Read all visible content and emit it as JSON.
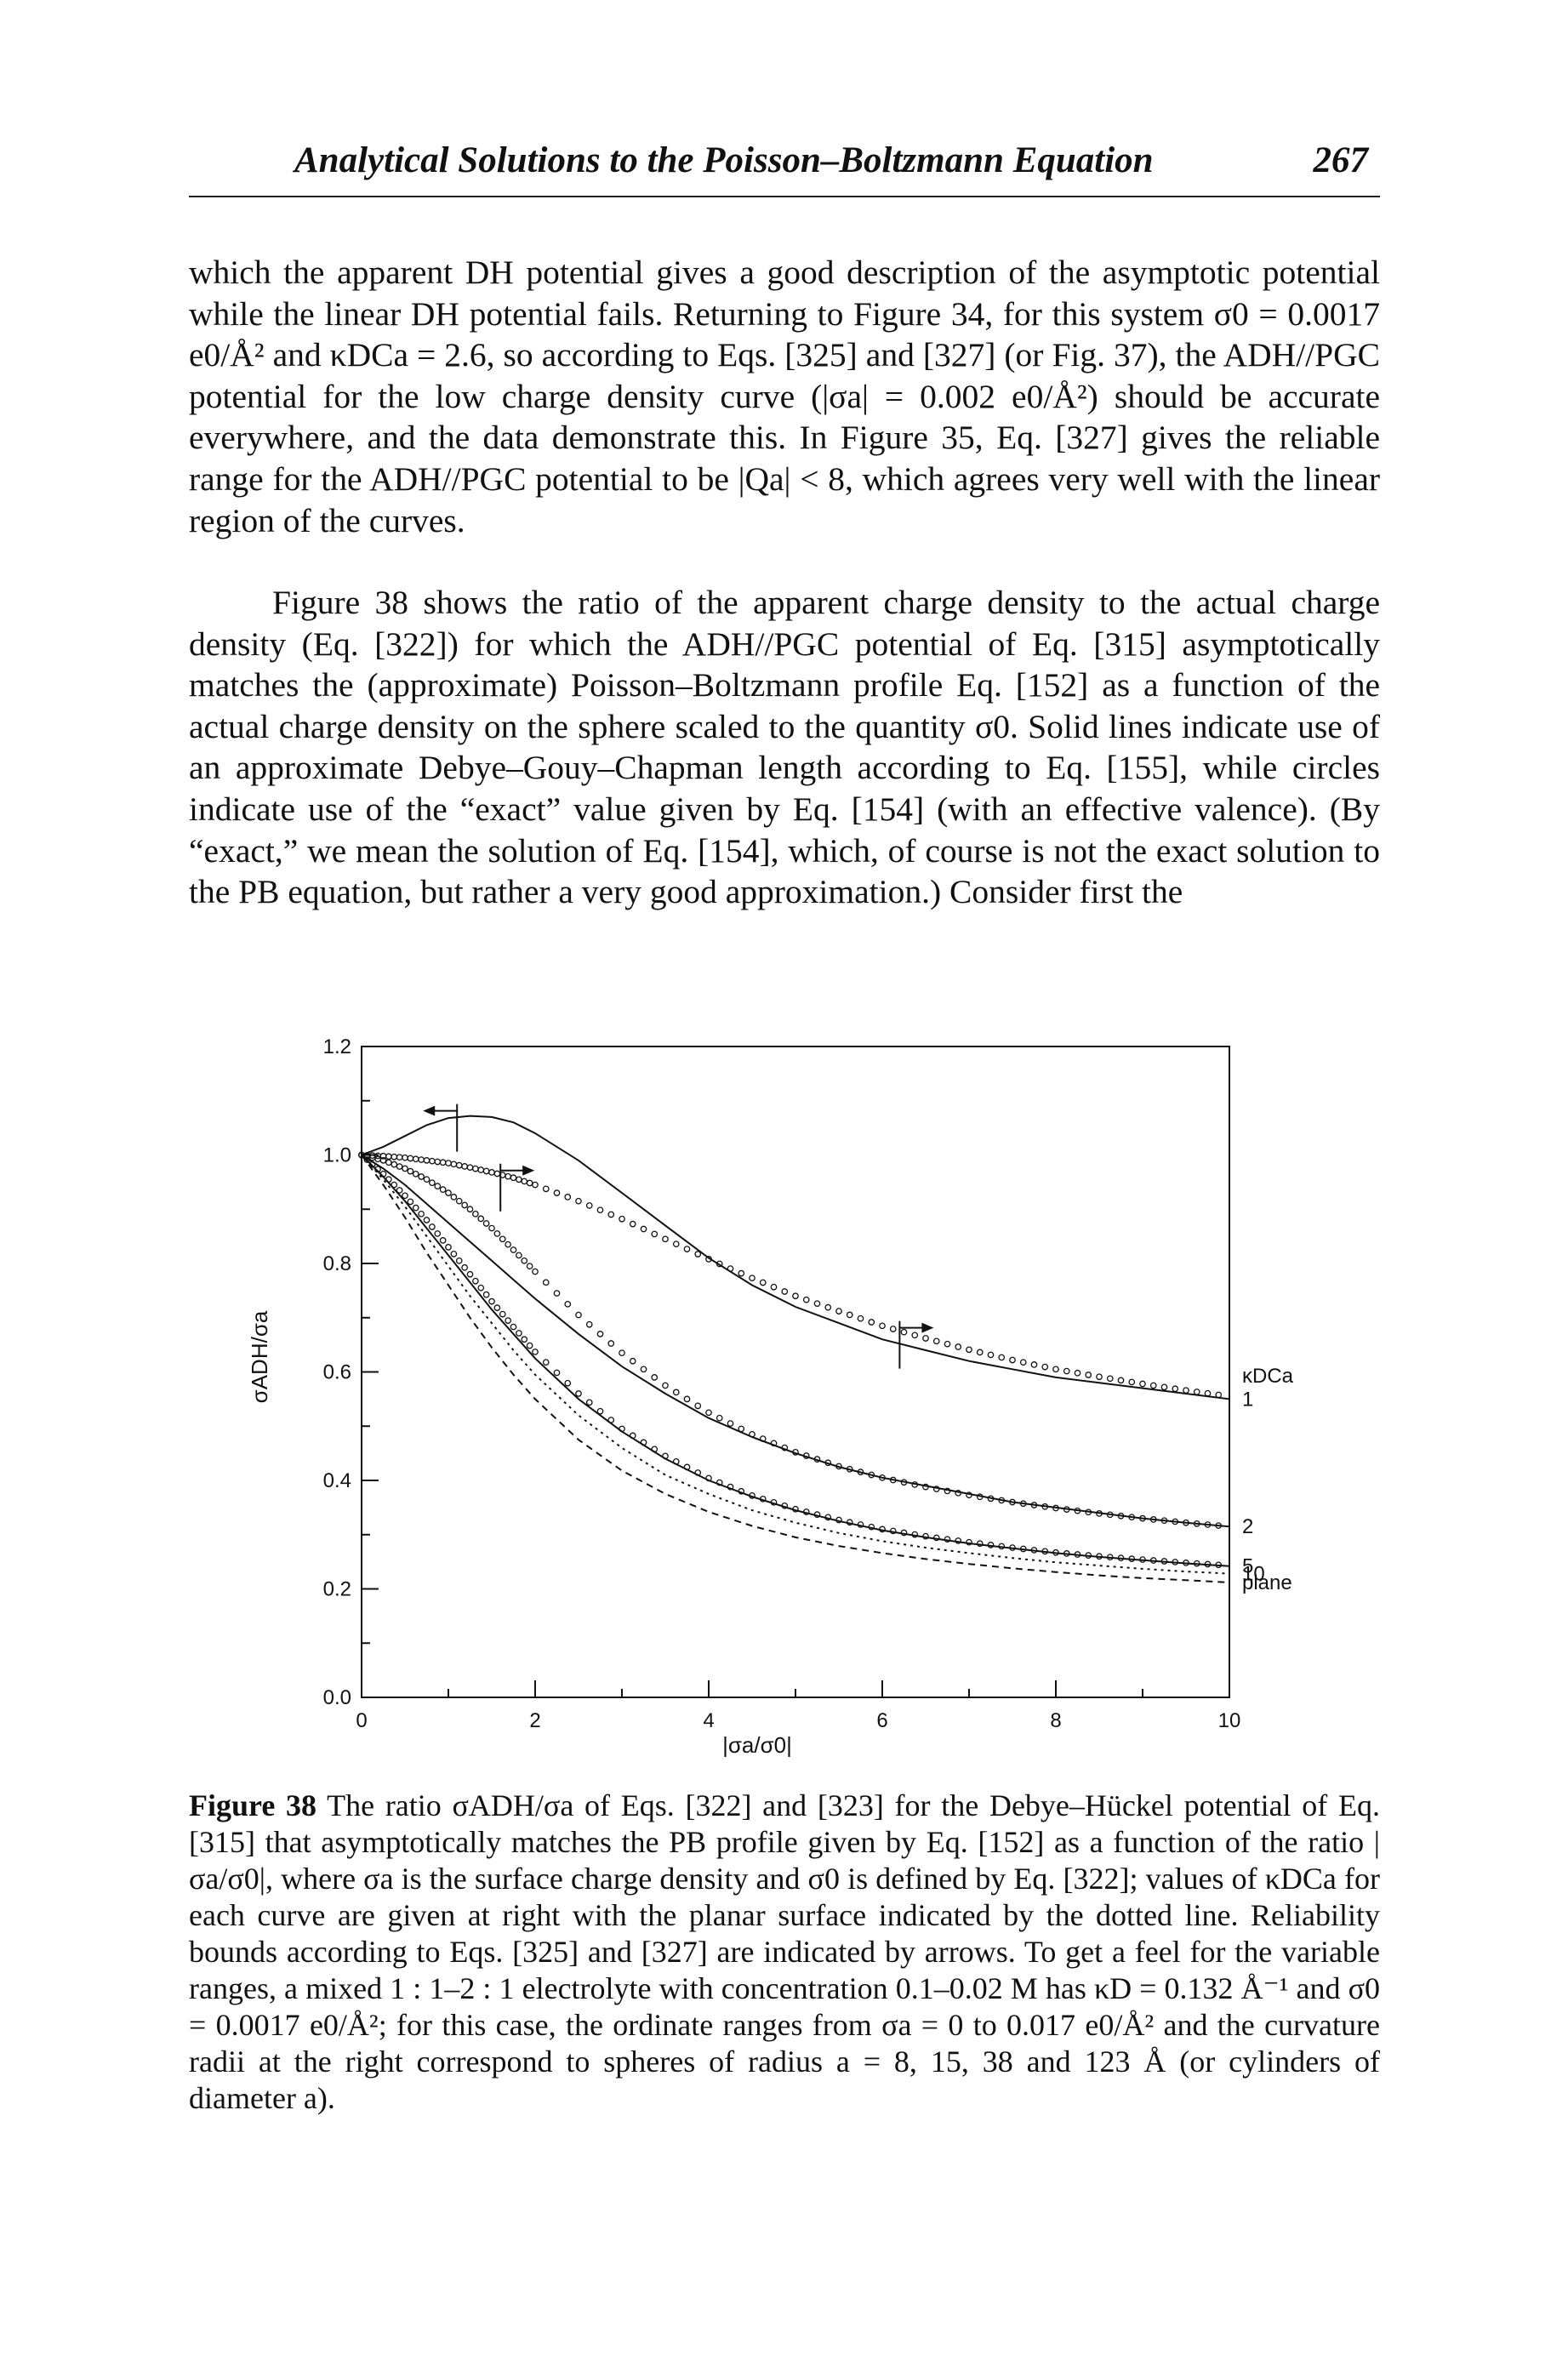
{
  "header": {
    "running_title": "Analytical Solutions to the Poisson–Boltzmann Equation",
    "page_number": "267"
  },
  "body": {
    "paragraphs": [
      "which the apparent DH potential gives a good description of the asymptotic potential while the linear DH potential fails. Returning to Figure 34, for this system σ0 = 0.0017 e0/Å² and κDCa = 2.6, so according to Eqs. [325] and [327] (or Fig. 37), the ADH//PGC potential for the low charge density curve (|σa| = 0.002 e0/Å²) should be accurate everywhere, and the data demonstrate this. In Figure 35, Eq. [327] gives the reliable range for the ADH//PGC potential to be |Qa| < 8, which agrees very well with the linear region of the curves.",
      "Figure 38 shows the ratio of the apparent charge density to the actual charge density (Eq. [322]) for which the ADH//PGC potential of Eq. [315] asymptotically matches the (approximate) Poisson–Boltzmann profile Eq. [152] as a function of the actual charge density on the sphere scaled to the quantity σ0. Solid lines indicate use of an approximate Debye–Gouy–Chapman length according to Eq. [155], while circles indicate use of the “exact” value given by Eq. [154] (with an effective valence). (By “exact,” we mean the solution of Eq. [154], which, of course is not the exact solution to the PB equation, but rather a very good approximation.) Consider first the"
    ]
  },
  "figure": {
    "caption_label": "Figure 38",
    "caption_text": "The ratio σADH/σa of Eqs. [322] and [323] for the Debye–Hückel potential of Eq. [315] that asymptotically matches the PB profile given by Eq. [152] as a function of the ratio |σa/σ0|, where σa is the surface charge density and σ0 is defined by Eq. [322]; values of κDCa for each curve are given at right with the planar surface indicated by the dotted line. Reliability bounds according to Eqs. [325] and [327] are indicated by arrows. To get a feel for the variable ranges, a mixed 1 : 1–2 : 1 electrolyte with concentration 0.1–0.02 M has κD = 0.132 Å⁻¹ and σ0 = 0.0017 e0/Å²; for this case, the ordinate ranges from σa = 0 to 0.017 e0/Å² and the curvature radii at the right correspond to spheres of radius a = 8, 15, 38 and 123 Å (or cylinders of diameter a)."
  },
  "chart_data": {
    "type": "line",
    "xlabel": "|σa/σ0|",
    "ylabel": "σADH/σa",
    "xlim": [
      0,
      10
    ],
    "ylim": [
      0,
      1.2
    ],
    "x_ticks": [
      "0",
      "2",
      "4",
      "6",
      "8",
      "10"
    ],
    "y_ticks": [
      "0.0",
      "0.2",
      "0.4",
      "0.6",
      "0.8",
      "1.0",
      "1.2"
    ],
    "legend_title": "κDCa",
    "grid": false,
    "x": [
      0,
      0.25,
      0.5,
      0.75,
      1,
      1.25,
      1.5,
      1.75,
      2,
      2.5,
      3,
      3.5,
      4,
      4.5,
      5,
      5.5,
      6,
      6.5,
      7,
      7.5,
      8,
      8.5,
      9,
      9.5,
      10
    ],
    "series": [
      {
        "name": "1",
        "style": "solid",
        "values": [
          1.0,
          1.015,
          1.035,
          1.055,
          1.068,
          1.072,
          1.07,
          1.06,
          1.04,
          0.99,
          0.93,
          0.87,
          0.81,
          0.76,
          0.72,
          0.69,
          0.66,
          0.64,
          0.62,
          0.605,
          0.59,
          0.58,
          0.57,
          0.56,
          0.55
        ],
        "circles": [
          1.0,
          0.998,
          0.995,
          0.99,
          0.985,
          0.977,
          0.968,
          0.958,
          0.945,
          0.915,
          0.882,
          0.845,
          0.808,
          0.773,
          0.74,
          0.712,
          0.685,
          0.662,
          0.641,
          0.622,
          0.605,
          0.591,
          0.578,
          0.566,
          0.555
        ]
      },
      {
        "name": "2",
        "style": "solid",
        "values": [
          1.0,
          0.975,
          0.945,
          0.91,
          0.875,
          0.84,
          0.805,
          0.77,
          0.735,
          0.67,
          0.61,
          0.56,
          0.515,
          0.48,
          0.45,
          0.425,
          0.405,
          0.39,
          0.375,
          0.36,
          0.35,
          0.34,
          0.33,
          0.322,
          0.315
        ],
        "circles": [
          1.0,
          0.99,
          0.975,
          0.955,
          0.93,
          0.9,
          0.865,
          0.825,
          0.785,
          0.705,
          0.635,
          0.575,
          0.525,
          0.485,
          0.452,
          0.426,
          0.405,
          0.388,
          0.373,
          0.36,
          0.349,
          0.339,
          0.33,
          0.322,
          0.315
        ]
      },
      {
        "name": "5",
        "style": "solid",
        "values": [
          1.0,
          0.96,
          0.915,
          0.865,
          0.815,
          0.765,
          0.715,
          0.67,
          0.625,
          0.55,
          0.49,
          0.44,
          0.4,
          0.37,
          0.345,
          0.325,
          0.308,
          0.295,
          0.284,
          0.275,
          0.266,
          0.259,
          0.253,
          0.247,
          0.242
        ],
        "circles": [
          1.0,
          0.965,
          0.925,
          0.88,
          0.83,
          0.78,
          0.73,
          0.683,
          0.637,
          0.56,
          0.495,
          0.445,
          0.404,
          0.372,
          0.347,
          0.327,
          0.31,
          0.297,
          0.286,
          0.276,
          0.267,
          0.26,
          0.254,
          0.248,
          0.243
        ]
      },
      {
        "name": "10",
        "style": "dotted",
        "values": [
          1.0,
          0.955,
          0.905,
          0.85,
          0.795,
          0.74,
          0.69,
          0.64,
          0.595,
          0.52,
          0.46,
          0.41,
          0.375,
          0.345,
          0.322,
          0.303,
          0.288,
          0.276,
          0.266,
          0.257,
          0.249,
          0.243,
          0.237,
          0.232,
          0.228
        ]
      },
      {
        "name": "plane",
        "style": "dashed",
        "values": [
          1.0,
          0.945,
          0.885,
          0.82,
          0.76,
          0.7,
          0.645,
          0.595,
          0.55,
          0.475,
          0.418,
          0.375,
          0.342,
          0.316,
          0.295,
          0.279,
          0.266,
          0.255,
          0.246,
          0.238,
          0.231,
          0.225,
          0.22,
          0.216,
          0.212
        ]
      }
    ],
    "bounds": [
      {
        "series": "1",
        "x": 6.2,
        "y": 0.65,
        "direction": "right"
      },
      {
        "series": "2",
        "x": 1.6,
        "y": 0.94,
        "direction": "right"
      },
      {
        "series": "5",
        "x": 1.1,
        "y": 1.05,
        "direction": "left"
      }
    ]
  }
}
